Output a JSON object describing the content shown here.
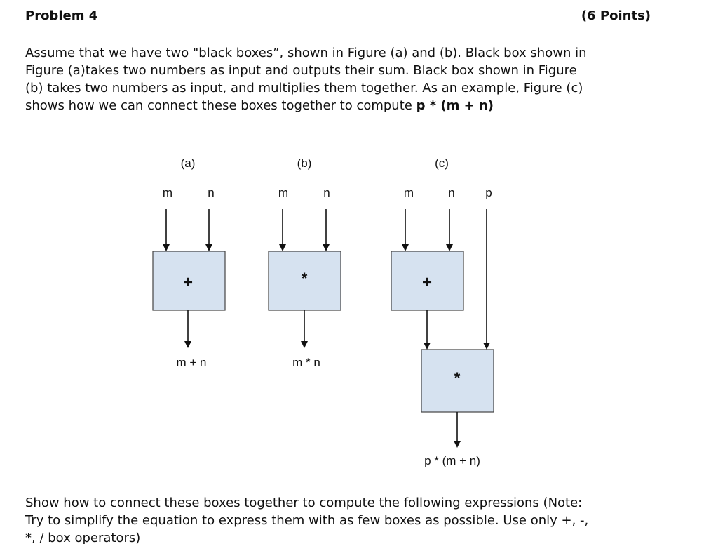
{
  "header": {
    "problem_title": "Problem 4",
    "points": "(6 Points)"
  },
  "intro": {
    "lines": [
      "Assume that we have two \"black boxes”,  shown in Figure (a) and (b). Black box shown in",
      "Figure (a)takes two numbers as input and    outputs their sum. Black  box shown in Figure",
      "(b) takes two numbers as input, and multiplies them together. As an example, Figure (c)",
      "shows how we can connect these boxes together to compute "
    ],
    "expr_bold": "p  * (m + n)"
  },
  "figures": {
    "a": {
      "caption": "(a)",
      "in1": "m",
      "in2": "n",
      "op": "+",
      "out": "m + n"
    },
    "b": {
      "caption": "(b)",
      "in1": "m",
      "in2": "n",
      "op": "*",
      "out": "m * n"
    },
    "c": {
      "caption": "(c)",
      "in1": "m",
      "in2": "n",
      "in3": "p",
      "op1": "+",
      "op2": "*",
      "out": "p * (m + n)"
    }
  },
  "task": {
    "lines": [
      "Show how to connect these boxes together to compute the following expressions (Note:",
      "Try to simplify the equation to express them with as few boxes as possible. Use only +, -,",
      "*, / box operators)"
    ]
  }
}
